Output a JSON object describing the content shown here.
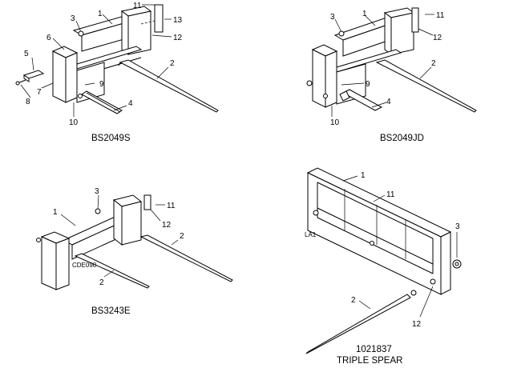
{
  "diagrams": [
    {
      "caption": "BS2049S",
      "callouts": [
        "1",
        "2",
        "3",
        "4",
        "5",
        "6",
        "7",
        "8",
        "9",
        "10",
        "11",
        "12",
        "13"
      ]
    },
    {
      "caption": "BS2049JD",
      "callouts": [
        "1",
        "2",
        "3",
        "4",
        "9",
        "10",
        "11",
        "12"
      ]
    },
    {
      "caption": "BS3243E",
      "callouts": [
        "1",
        "2",
        "2",
        "3",
        "11",
        "12"
      ],
      "part_label": "CDE090"
    },
    {
      "caption": "1021837",
      "subcaption": "TRIPLE SPEAR",
      "callouts": [
        "1",
        "2",
        "3",
        "11",
        "12"
      ],
      "part_label": "LA1"
    }
  ]
}
